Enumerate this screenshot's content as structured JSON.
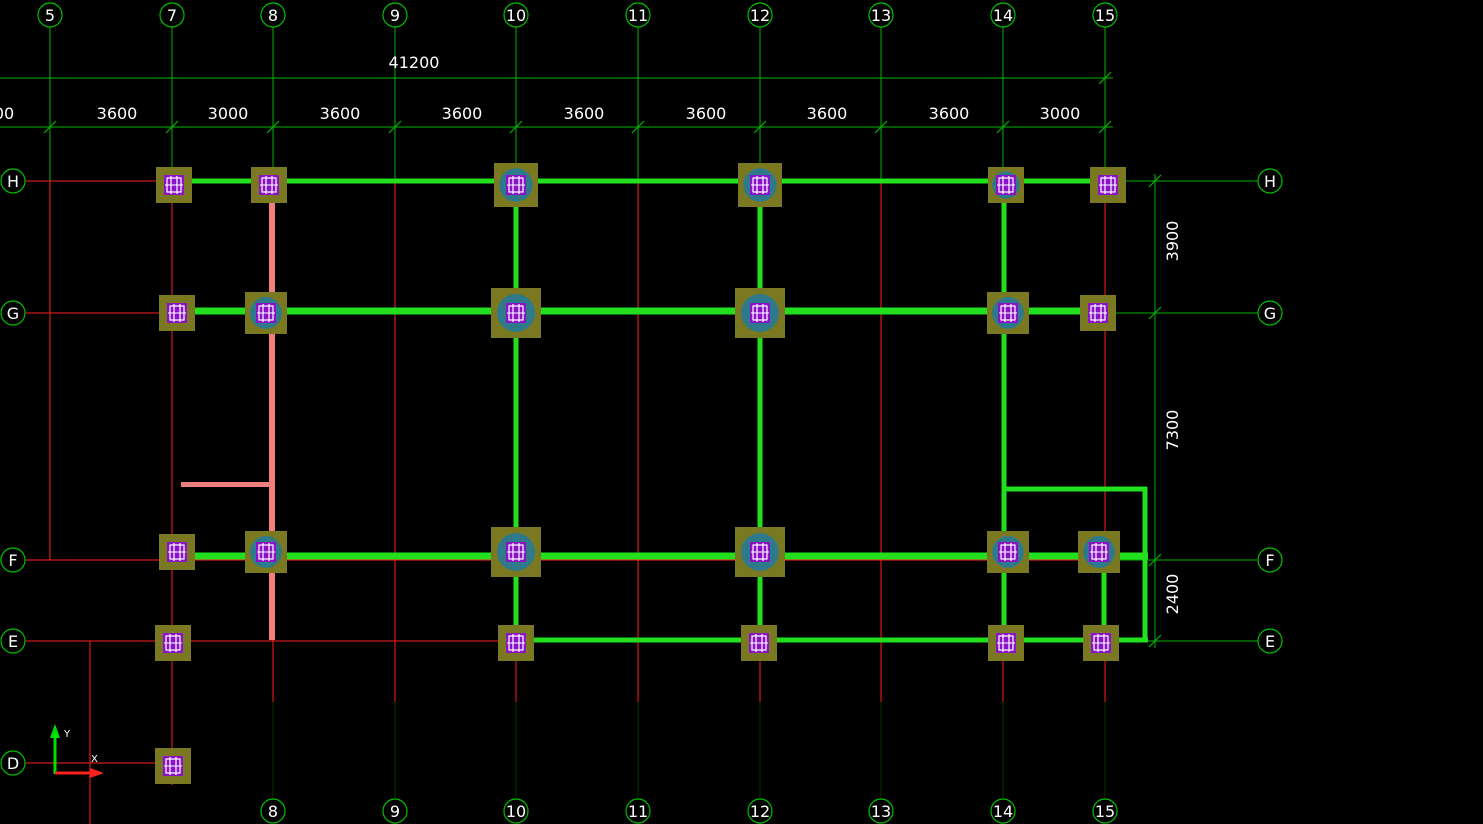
{
  "colors": {
    "background": "#000000",
    "grid_line": "#ff2020",
    "axis_bubble": "#00c000",
    "dimension": "#00b400",
    "beam": "#22e01e",
    "wall": "#f08080",
    "column_pad": "#7a7820",
    "column_ring": "#2f7a8a",
    "column_core": "#8a12c8",
    "rebar": "#ffffff",
    "ucs_y": "#00e000",
    "ucs_x": "#ff2020"
  },
  "grid": {
    "top_labels": [
      "5",
      "7",
      "8",
      "9",
      "10",
      "11",
      "12",
      "13",
      "14",
      "15"
    ],
    "bottom_labels": [
      "8",
      "9",
      "10",
      "11",
      "12",
      "13",
      "14",
      "15"
    ],
    "left_labels": [
      "H",
      "G",
      "F",
      "E",
      "D"
    ],
    "right_labels": [
      "H",
      "G",
      "F",
      "E"
    ]
  },
  "dimensions": {
    "overall": "41200",
    "bays": [
      "00",
      "3600",
      "3000",
      "3600",
      "3600",
      "3600",
      "3600",
      "3600",
      "3600",
      "3000"
    ],
    "vertical": [
      "3900",
      "7300",
      "2400"
    ]
  },
  "ucs": {
    "y_label": "Y",
    "x_label": "X"
  },
  "icons": {
    "column": "column-section-icon",
    "ucs": "ucs-axis-icon"
  }
}
